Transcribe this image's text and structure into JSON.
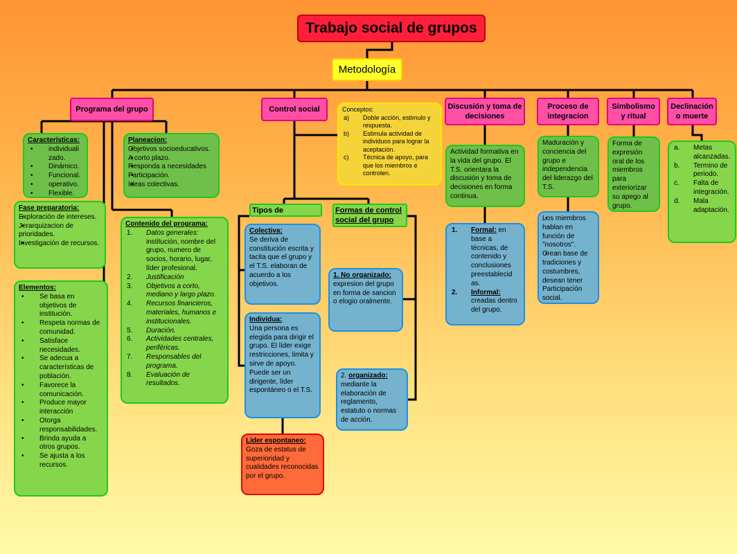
{
  "title": "Trabajo social de grupos",
  "metodologia": "Metodología",
  "categories": {
    "programa": "Programa del grupo",
    "control": "Control social",
    "discusion": "Discusión y toma de decisiones",
    "proceso": "Proceso de integracion",
    "simbolismo": "Simbolismo y ritual",
    "declinacion": "Declinación o muerte"
  },
  "caracteristicas": {
    "heading": "Características:",
    "items": [
      "individuali zado.",
      "Dinámico.",
      "Funcional.",
      "operativo.",
      "Flexible."
    ]
  },
  "planeacion": {
    "heading": "Planeacion:",
    "items": [
      "Objetivos socioeducativos.",
      "A corto plazo.",
      "Responda a necesidades",
      "Participación.",
      "Ideas colectivas."
    ]
  },
  "fase": {
    "heading": "Fase preparatoria:",
    "items": [
      "Exploración de intereses.",
      "Jerarquizacion de prioridades.",
      "Investigación de recursos."
    ]
  },
  "elementos": {
    "heading": "Elementos:",
    "items": [
      "Se basa en objetivos de institución.",
      "Respeta normas de comunidad.",
      "Satisface necesidades.",
      "Se adecua a características de población.",
      "Favorece la comunicación.",
      "Produce mayor interacción",
      "Otorga responsabilidades.",
      "Brinda ayuda a otros grupos.",
      "Se ajusta a los recursos."
    ]
  },
  "contenido": {
    "heading": "Contenido del programa:",
    "items": [
      {
        "n": "1.",
        "t": "Datos generales:",
        "rest": " institución, nombre del grupo, numero de socios, horario, lugar, líder profesional."
      },
      {
        "n": "2.",
        "t": "Justificación",
        "rest": ""
      },
      {
        "n": "3.",
        "t": "Objetivos a corto, mediano y largo plazo.",
        "rest": ""
      },
      {
        "n": "4.",
        "t": "Recursos financieros, materiales, humanos e institucionales.",
        "rest": ""
      },
      {
        "n": "5.",
        "t": "Duración.",
        "rest": ""
      },
      {
        "n": "6.",
        "t": "Actividades centrales, periféricas.",
        "rest": ""
      },
      {
        "n": "7.",
        "t": "Responsables del programa.",
        "rest": ""
      },
      {
        "n": "8.",
        "t": "Evaluación de resultados.",
        "rest": ""
      }
    ]
  },
  "conceptos": {
    "heading": "Conceptos:",
    "items": [
      {
        "n": "a)",
        "t": "Doble acción, estimulo y respuesta."
      },
      {
        "n": "b)",
        "t": "Estimula actividad de individuos para lograr la aceptación."
      },
      {
        "n": "c)",
        "t": "Técnica de apoyo, para que los miembros e controlen."
      }
    ]
  },
  "tipos": "Tipos de desarrollo",
  "formas": "Formas de control social del grupo",
  "colectiva": {
    "heading": "Colectiva:",
    "text": "Se deriva de constitución escrita y tacita que el grupo y el T.S. elaboran de acuerdo a los objetivos."
  },
  "individua": {
    "heading": "Individua:",
    "text": "Una persona es elegida para dirigir el grupo. El líder exige restricciones, limita y sirve de apoyo. Puede ser un dirigente, líder espontáneo o el T.S."
  },
  "lider": {
    "heading": "Líder espontaneo:",
    "text": "Goza de estatus de superioridad y cualidades reconocidas por el grupo."
  },
  "no_org": {
    "heading": "1. No organizado:",
    "text": "expresion del grupo en forma de sancion o elogio oralmente."
  },
  "org": {
    "prefix": "2. ",
    "heading": "organizado:",
    "text": "mediante la elaboración de reglamento, estatuto o normas de acción."
  },
  "discusion_text": "Actividad formativa en la vida del grupo. El T.S. orientara la discusión y toma de decisiones en forma continua.",
  "formal_informal": {
    "items": [
      {
        "n": "1.",
        "h": "Formal:",
        "t": " en base a técnicas, de contenido y conclusiones preestablecid as."
      },
      {
        "n": "2.",
        "h": "Informal:",
        "t": " creadas dentro del grupo."
      }
    ]
  },
  "proceso_text": "Maduración y conciencia del grupo e independencia del liderazgo del T.S.",
  "miembros": {
    "items": [
      "Los miembros hablan en función de \"nosotros\".",
      "Crean base de tradiciones y costumbres, desean tener Participación social."
    ]
  },
  "simbolismo_text": "Forma de expresión oral de los miembros para exteriorizar su apego al grupo.",
  "declinacion": {
    "items": [
      {
        "n": "a.",
        "t": "Metas alcanzadas."
      },
      {
        "n": "b.",
        "t": "Termino de periodo."
      },
      {
        "n": "c.",
        "t": "Falta de integración."
      },
      {
        "n": "d.",
        "t": "Mala adaptación."
      }
    ]
  }
}
